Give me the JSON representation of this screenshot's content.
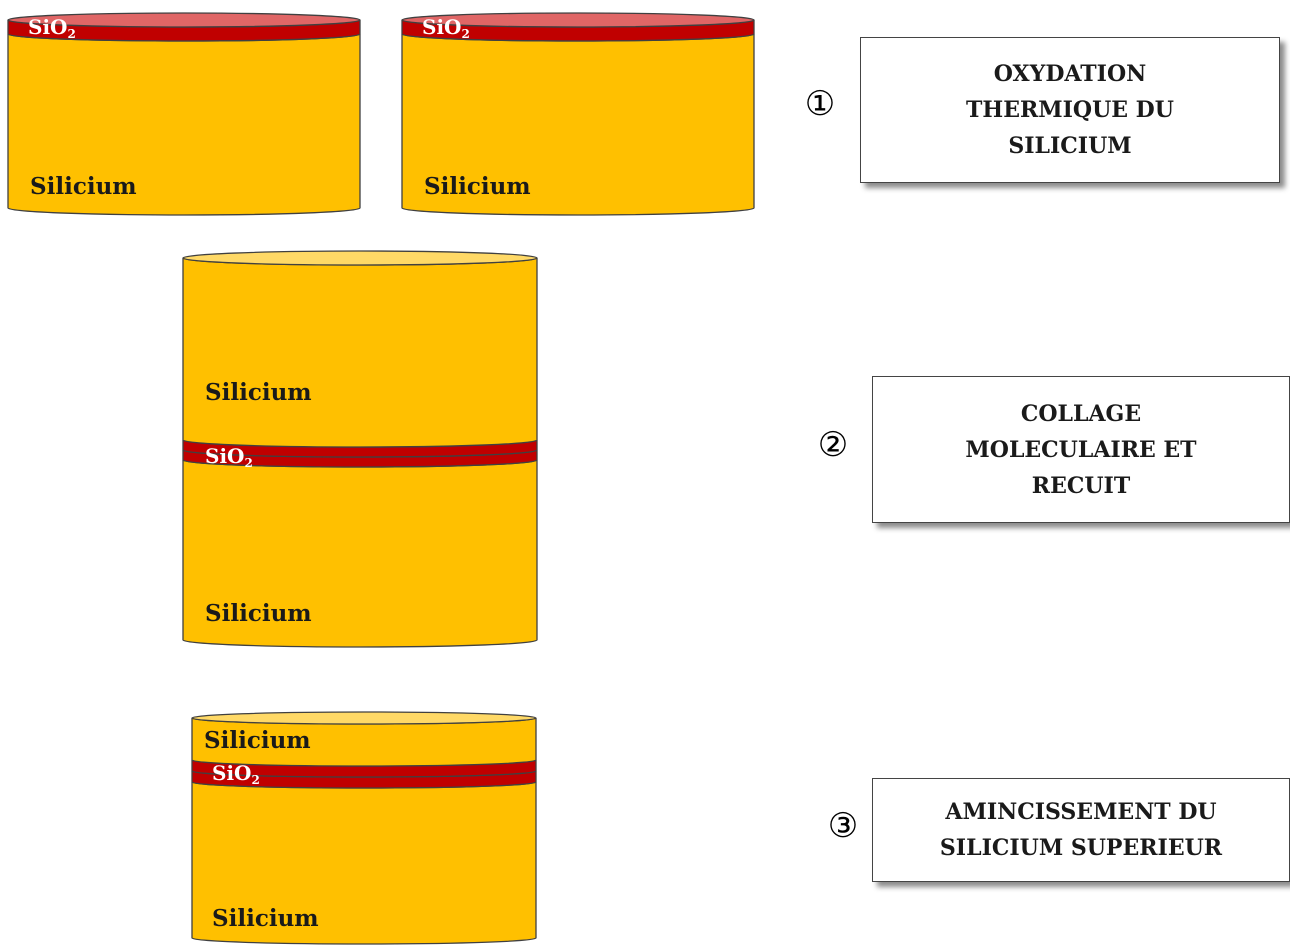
{
  "colors": {
    "silicon": "#FFC000",
    "silicon_top": "#FFD966",
    "oxide": "#C00000",
    "oxide_top": "#E06666",
    "outline": "#404040"
  },
  "materials": {
    "silicon": "Silicium",
    "oxide": "SiO",
    "oxide_subscript": "2"
  },
  "steps": [
    {
      "number": "①",
      "text": "OXYDATION THERMIQUE DU SILICIUM"
    },
    {
      "number": "②",
      "text": "COLLAGE MOLECULAIRE ET RECUIT"
    },
    {
      "number": "③",
      "text": "AMINCISSEMENT DU SILICIUM SUPERIEUR"
    }
  ]
}
